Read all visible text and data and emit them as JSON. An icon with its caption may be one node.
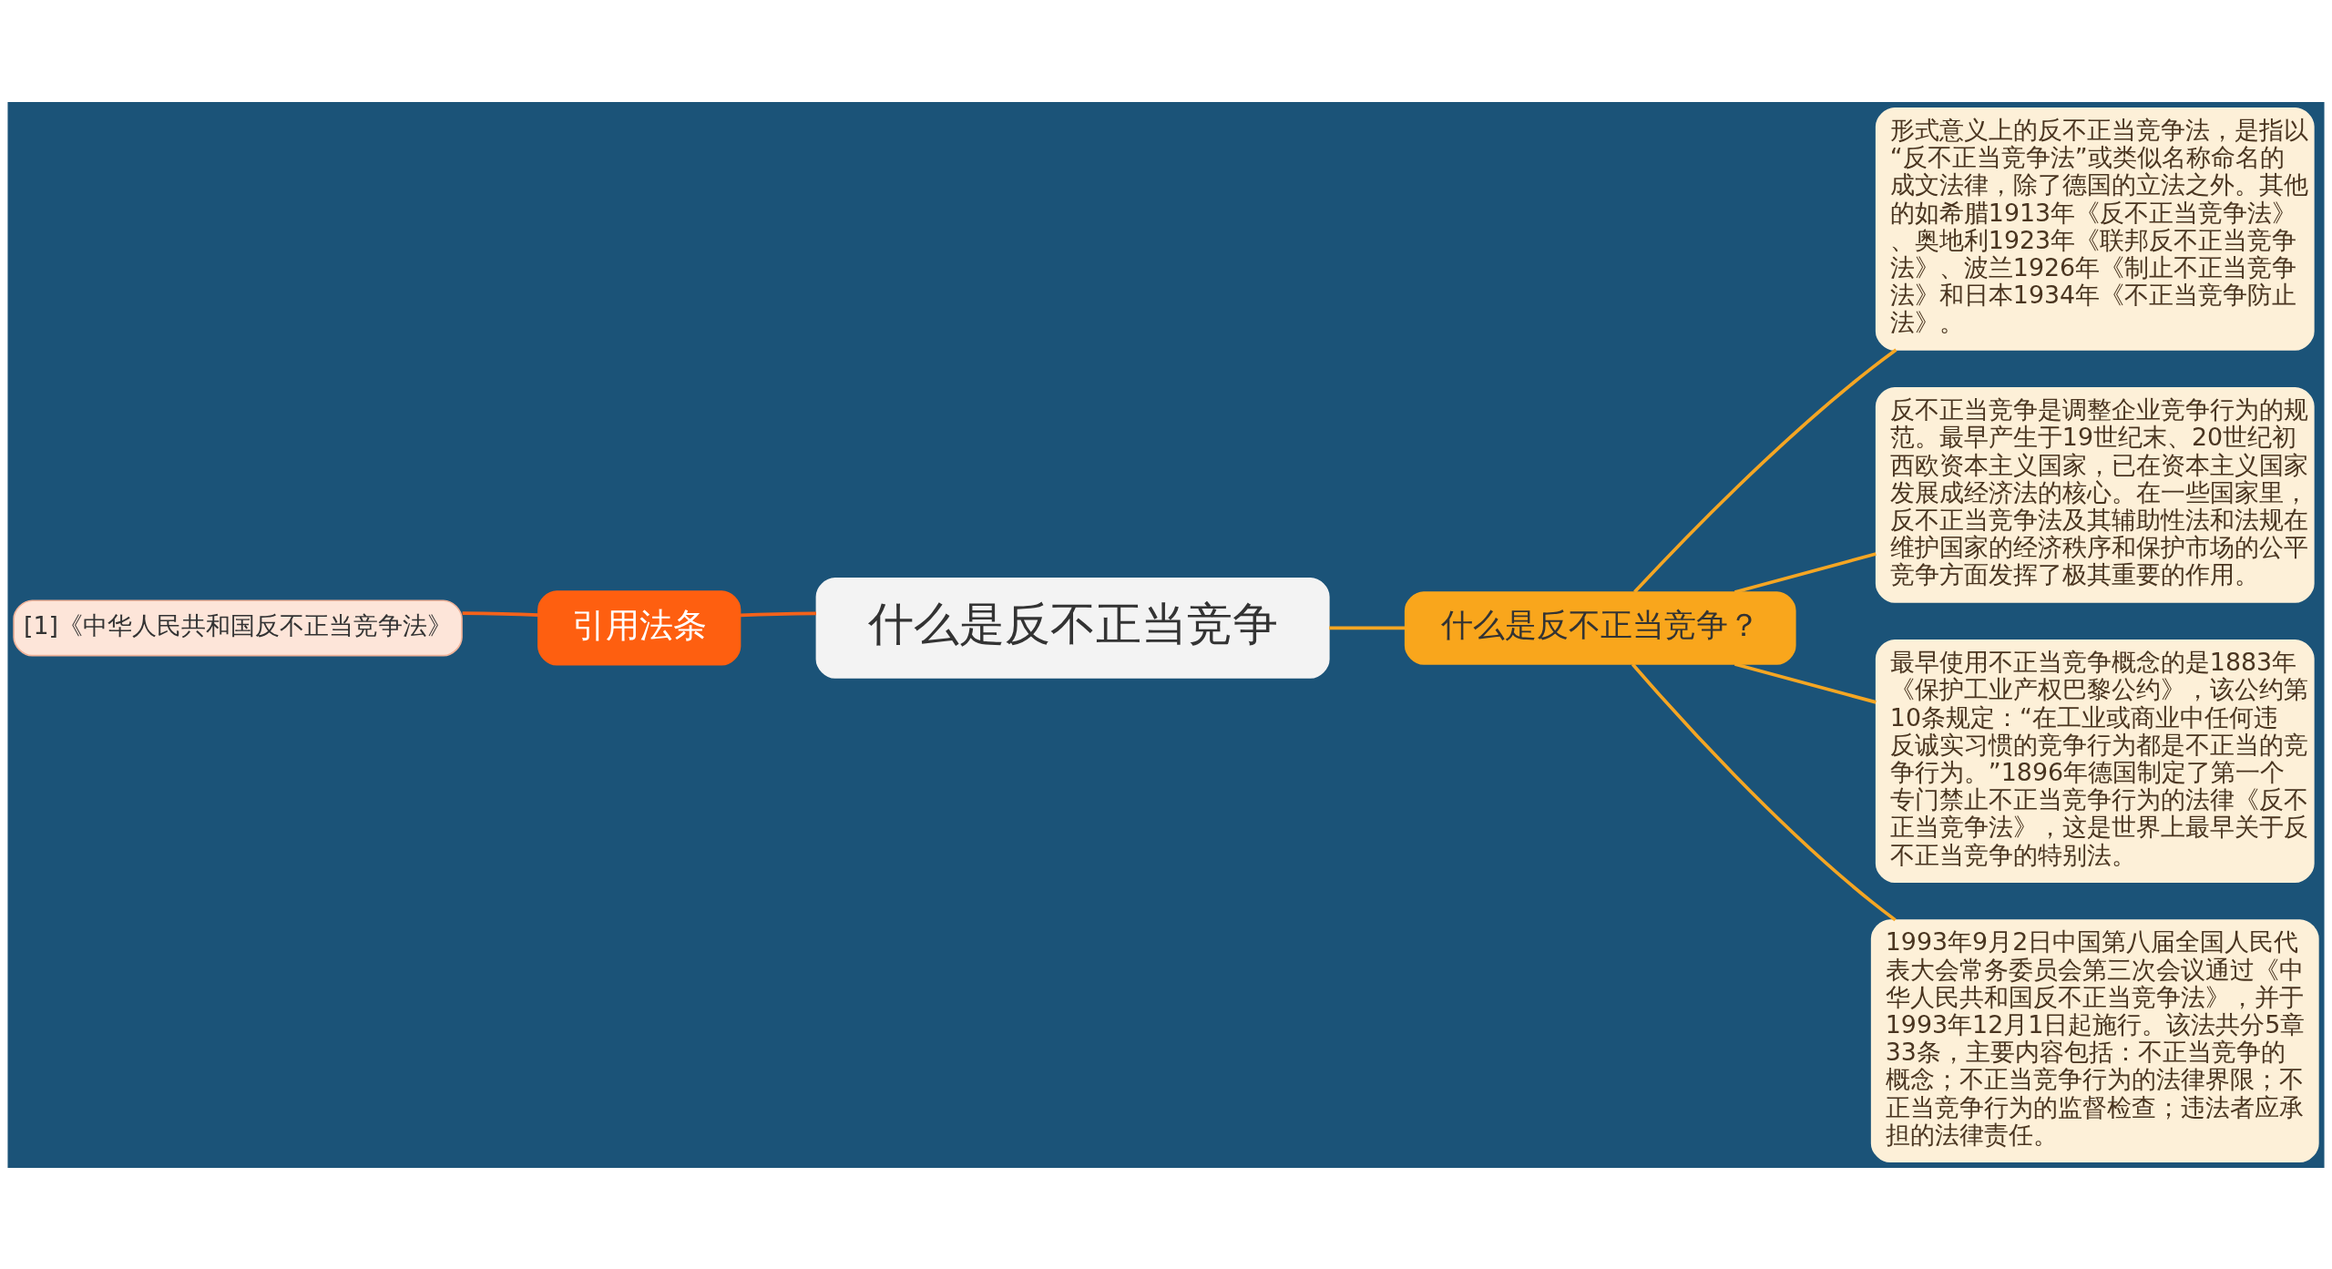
{
  "diagram": {
    "nodes": [
      {
        "text": [
          "什么是反不正当竞争"
        ]
      },
      {
        "text": [
          "引用法条"
        ]
      },
      {
        "text": [
          "[1]《中华人民共和国反不正当竞争法》"
        ]
      },
      {
        "text": [
          "什么是反不正当竞争？"
        ]
      },
      {
        "text": [
          "形式意义上的反不正当竞争法，是指以“反不正当竞争法”或类似名称命名的成文法律，除了德国的立法之外。其他的如希腊1913年《反不正当竞争法》、奥地利1923年《联邦反不正当竞争法》、波兰1926年《制止不正当竞争法》和日本1934年《不正当竞争防止法》。"
        ]
      },
      {
        "text": [
          "反不正当竞争是调整企业竞争行为的规范。最早产生于19世纪末、20世纪初西欧资本主义国家，已在资本主义国家发展成经济法的核心。在一些国家里，反不正当竞争法及其辅助性法和法规在维护国家的经济秩序和保护市场的公平竞争方面发挥了极其重要的作用。"
        ]
      },
      {
        "text": [
          "最早使用不正当竞争概念的是1883年《保护工业产权巴黎公约》，该公约第10条规定：“在工业或商业中任何违反诚实习惯的竞争行为都是不正当的竞争行为。”1896年德国制定了第一个专门禁止不正当竞争行为的法律《反不正当竞争法》，这是世界上最早关于反不正当竞争的特别法。"
        ]
      },
      {
        "text": [
          "1993年9月2日中国第八届全国人民代表大会常务委员会第三次会议通过《中华人民共和国反不正当竞争法》，并于1993年12月1日起施行。该法共分5章33条，主要内容包括：不正当竞争的概念；不正当竞争行为的法律界限；不正当竞争行为的监督检查；违法者应承担的法律责任。"
        ]
      }
    ],
    "edges": [
      {
        "from": 0,
        "to": 1,
        "arrow": "none",
        "color": "#f4621a"
      },
      {
        "from": 1,
        "to": 2,
        "arrow": "none",
        "color": "#f4621a"
      },
      {
        "from": 0,
        "to": 3,
        "arrow": "none"
      },
      {
        "from": 3,
        "to": 4,
        "arrow": "none"
      },
      {
        "from": 3,
        "to": 5,
        "arrow": "none"
      },
      {
        "from": 3,
        "to": 6,
        "arrow": "none"
      },
      {
        "from": 3,
        "to": 7,
        "arrow": "none"
      }
    ]
  }
}
